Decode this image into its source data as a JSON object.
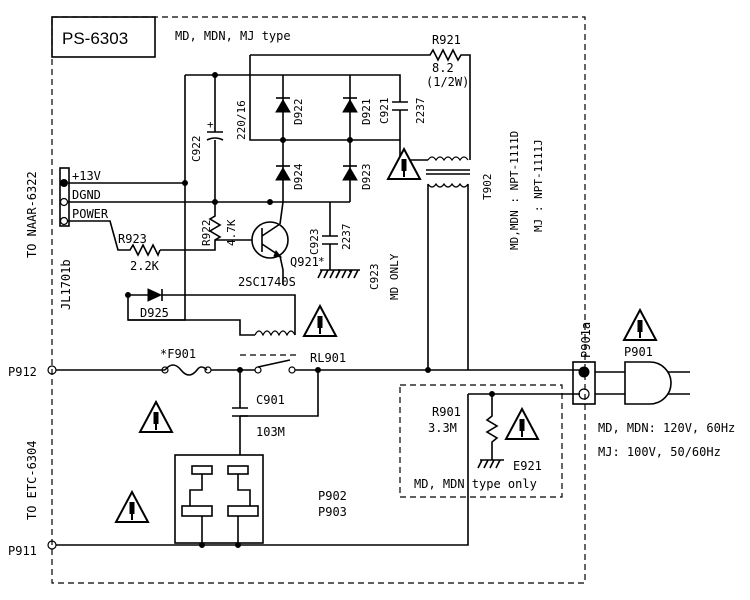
{
  "board": {
    "title": "PS-6303",
    "type_note": "MD, MDN, MJ type"
  },
  "left_connector": {
    "to_label": "TO NAAR-6322",
    "ref": "JL1701b",
    "pins": [
      "+13V",
      "DGND",
      "POWER"
    ]
  },
  "bottom_connector": {
    "to_label": "TO ETC-6304"
  },
  "terminals": {
    "p912": "P912",
    "p911": "P911"
  },
  "components": {
    "c922": {
      "ref": "C922",
      "value": "220/16"
    },
    "d922": "D922",
    "d924": "D924",
    "d921": "D921",
    "d923": "D923",
    "c921": {
      "ref": "C921",
      "value": "2237"
    },
    "c923_cap": {
      "ref": "C923",
      "value": "2237"
    },
    "c923_note": {
      "ref": "C923",
      "value": "MD ONLY",
      "star": "*"
    },
    "r921": {
      "ref": "R921",
      "value": "8.2",
      "rating": "(1/2W)"
    },
    "t902": {
      "ref": "T902",
      "line1": "MD,MDN : NPT-1111D",
      "line2": "MJ   : NPT-1111J"
    },
    "r922": {
      "ref": "R922",
      "value": "4.7K"
    },
    "r923": {
      "ref": "R923",
      "value": "2.2K"
    },
    "q921": {
      "ref": "Q921",
      "part": "2SC1740S"
    },
    "d925": "D925",
    "f901": "*F901",
    "rl901": "RL901",
    "c901": {
      "ref": "C901",
      "value": "103M"
    },
    "p902": "P902",
    "p903": "P903",
    "r901": {
      "ref": "R901",
      "value": "3.3M"
    },
    "e921": "E921",
    "dashed_note": "MD, MDN type only",
    "p901a": "P901a",
    "p901": "P901"
  },
  "power_spec": {
    "line1": "MD, MDN: 120V, 60Hz",
    "line2": "MJ: 100V, 50/60Hz"
  }
}
